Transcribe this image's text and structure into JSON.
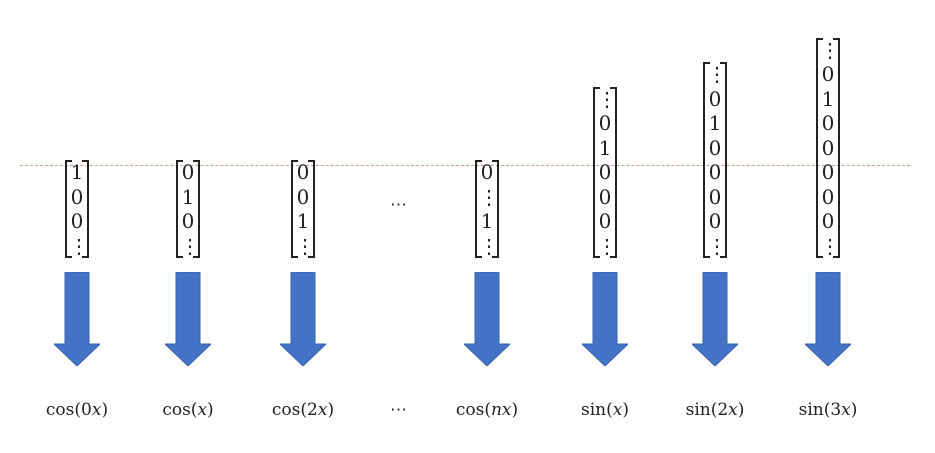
{
  "colors": {
    "arrow": "#4472C4",
    "guide_line": "#C9A48A"
  },
  "ellipsis": "⋯",
  "columns": [
    {
      "entries": [
        "1",
        "0",
        "0",
        "⋮"
      ],
      "label": {
        "pre": "cos(0",
        "var": "x",
        "post": ")"
      }
    },
    {
      "entries": [
        "0",
        "1",
        "0",
        "⋮"
      ],
      "label": {
        "pre": "cos(",
        "var": "x",
        "post": ")"
      }
    },
    {
      "entries": [
        "0",
        "0",
        "1",
        "⋮"
      ],
      "label": {
        "pre": "cos(2",
        "var": "x",
        "post": ")"
      }
    },
    {
      "entries": [
        "0",
        "⋮",
        "1",
        "⋮"
      ],
      "label": {
        "pre": "cos(",
        "var": "nx",
        "post": ")"
      }
    },
    {
      "entries": [
        "⋮",
        "0",
        "1",
        "0",
        "0",
        "0",
        "⋮"
      ],
      "label": {
        "pre": "sin(",
        "var": "x",
        "post": ")"
      }
    },
    {
      "entries": [
        "⋮",
        "0",
        "1",
        "0",
        "0",
        "0",
        "0",
        "⋮"
      ],
      "label": {
        "pre": "sin(2",
        "var": "x",
        "post": ")"
      }
    },
    {
      "entries": [
        "⋮",
        "0",
        "1",
        "0",
        "0",
        "0",
        "0",
        "0",
        "⋮"
      ],
      "label": {
        "pre": "sin(3",
        "var": "x",
        "post": ")"
      }
    }
  ]
}
